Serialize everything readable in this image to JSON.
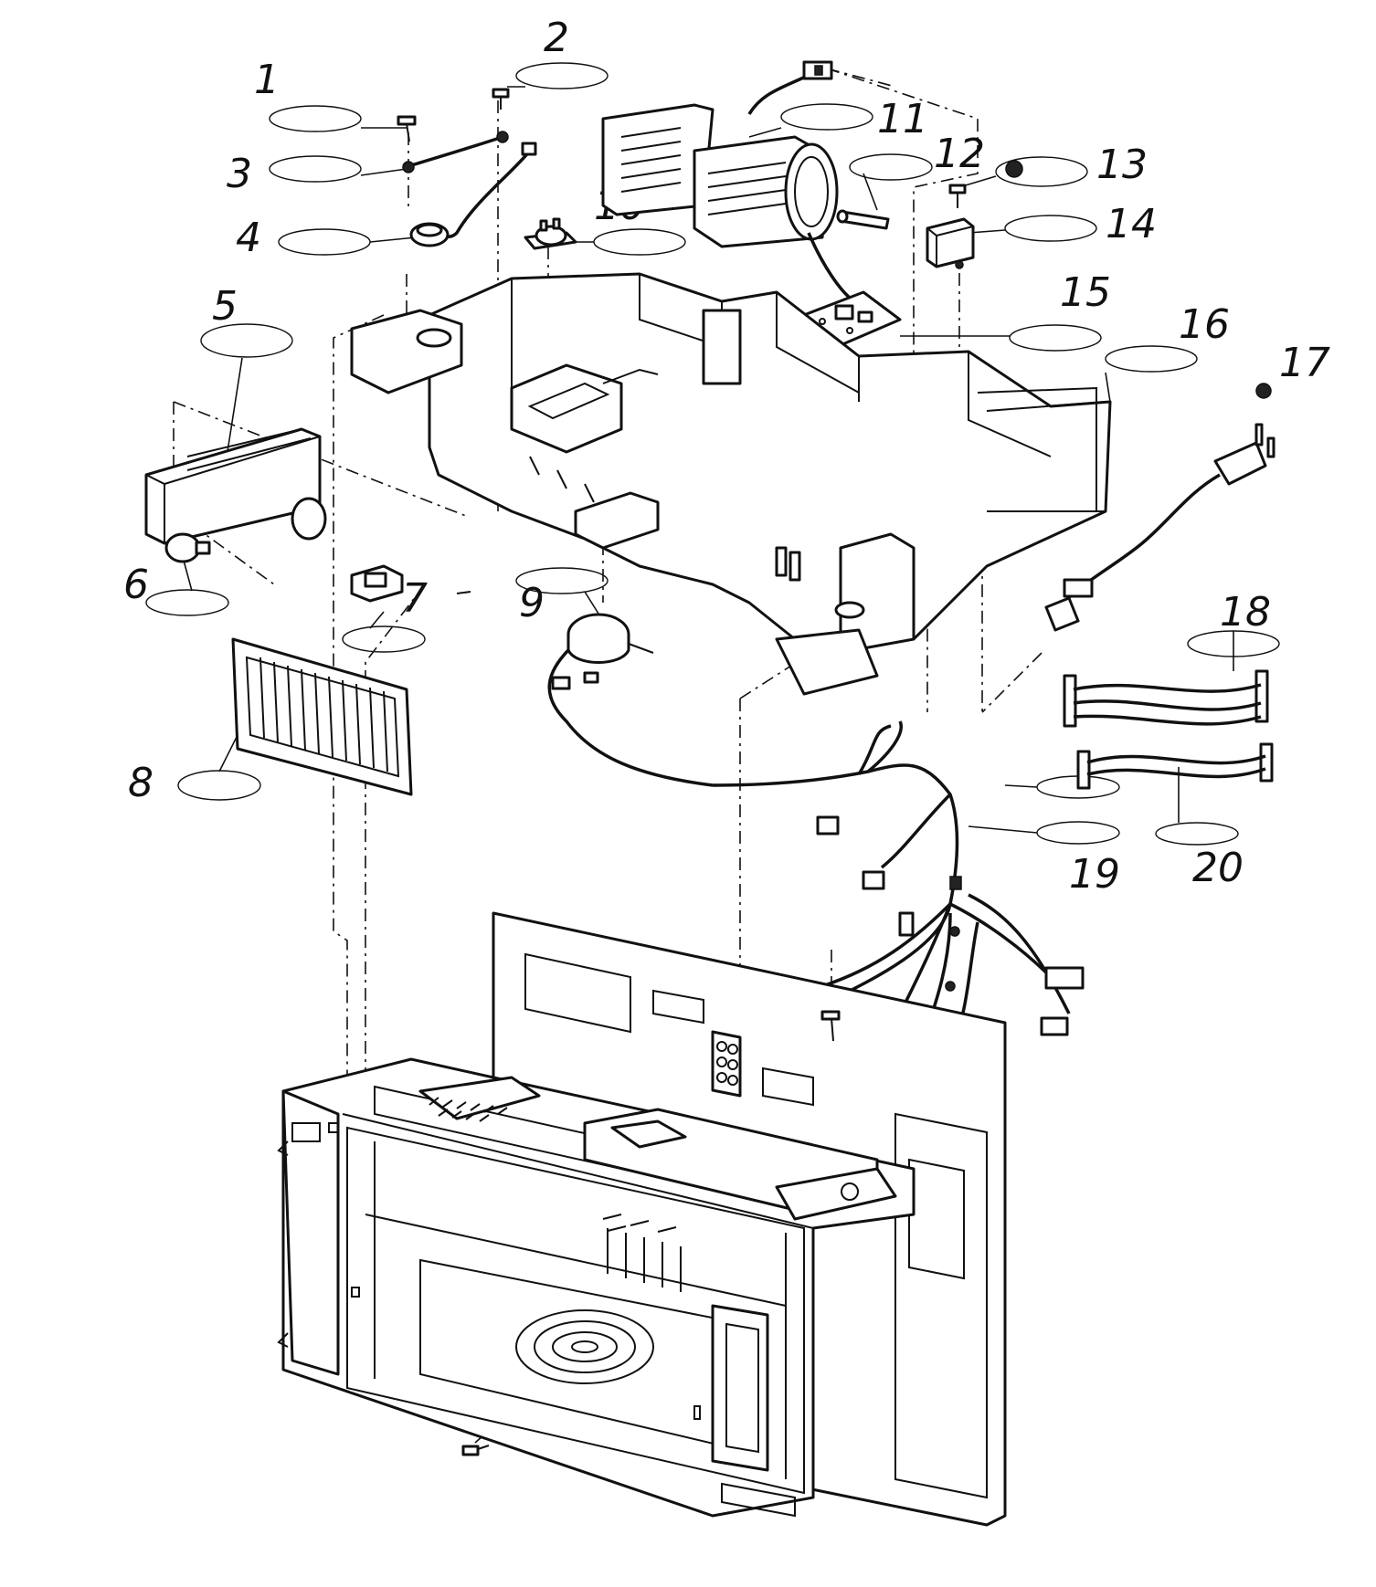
{
  "labels": [
    "1",
    "2",
    "3",
    "4",
    "5",
    "6",
    "7",
    "8",
    "9",
    "10",
    "11",
    "12",
    "13",
    "14",
    "15",
    "16",
    "17",
    "18",
    "19",
    "20"
  ]
}
